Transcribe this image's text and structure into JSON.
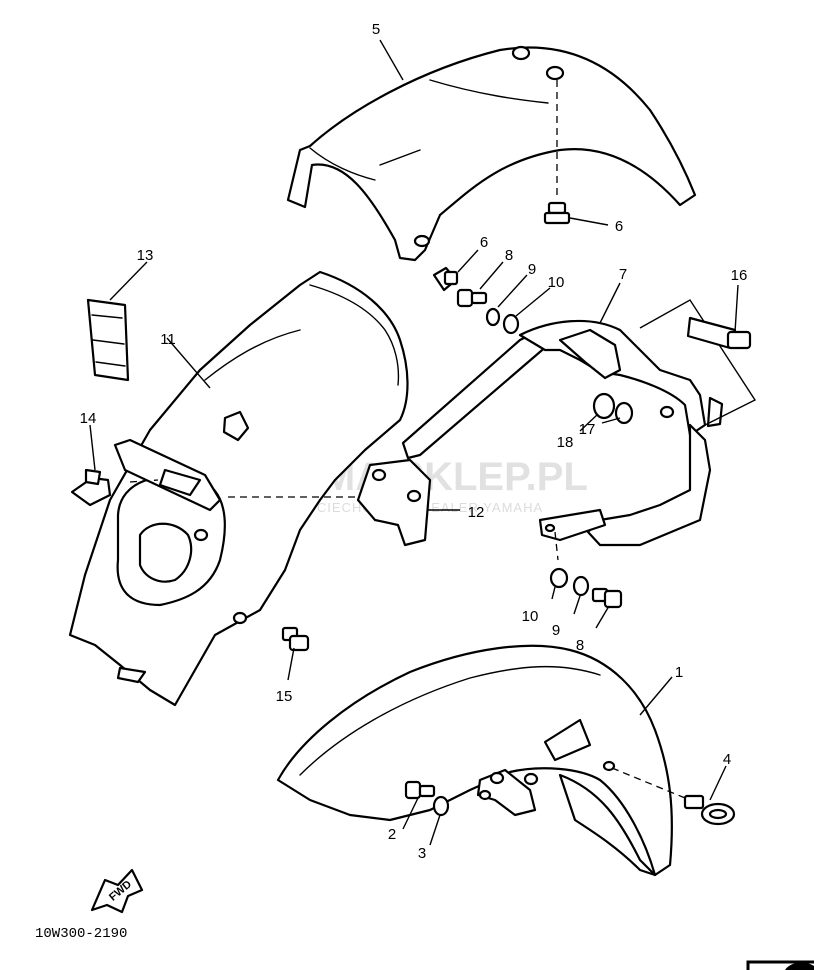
{
  "diagram_code": "10W300-2190",
  "watermark": {
    "brand": "YAMA-SKLEP.PL",
    "tagline": "WOJCIECHOWSCY DEALER YAMAHA"
  },
  "fwd_label": "FWD",
  "callouts": {
    "c1": "1",
    "c2": "2",
    "c3": "3",
    "c4": "4",
    "c5": "5",
    "c6a": "6",
    "c6b": "6",
    "c7": "7",
    "c8a": "8",
    "c8b": "8",
    "c9a": "9",
    "c9b": "9",
    "c10a": "10",
    "c10b": "10",
    "c11": "11",
    "c12": "12",
    "c13": "13",
    "c14": "14",
    "c15": "15",
    "c16": "16",
    "c17": "17",
    "c18": "18"
  }
}
